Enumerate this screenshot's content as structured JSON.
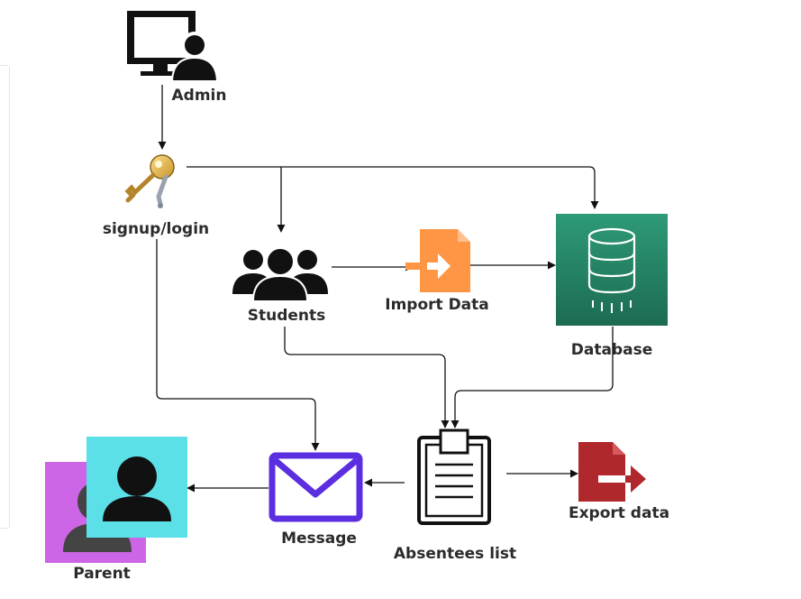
{
  "nodes": {
    "admin": {
      "label": "Admin",
      "icon": "admin-computer-icon"
    },
    "signup": {
      "label": "signup/login",
      "icon": "key-icon"
    },
    "students": {
      "label": "Students",
      "icon": "users-group-icon"
    },
    "import": {
      "label": "Import Data",
      "icon": "file-import-icon"
    },
    "database": {
      "label": "Database",
      "icon": "database-icon"
    },
    "absentees": {
      "label": "Absentees list",
      "icon": "clipboard-icon"
    },
    "export": {
      "label": "Export data",
      "icon": "file-export-icon"
    },
    "message": {
      "label": "Message",
      "icon": "envelope-icon"
    },
    "parent": {
      "label": "Parent",
      "icon": "parent-user-icon"
    }
  },
  "colors": {
    "import": "#ff9646",
    "database_top": "#2e9a77",
    "database_bottom": "#1c6b52",
    "export": "#b0272c",
    "message": "#5b2ee0",
    "parent_back": "#cc66e6",
    "parent_front": "#5ae0e6",
    "key": "#e3b84a",
    "edge": "#111111"
  }
}
